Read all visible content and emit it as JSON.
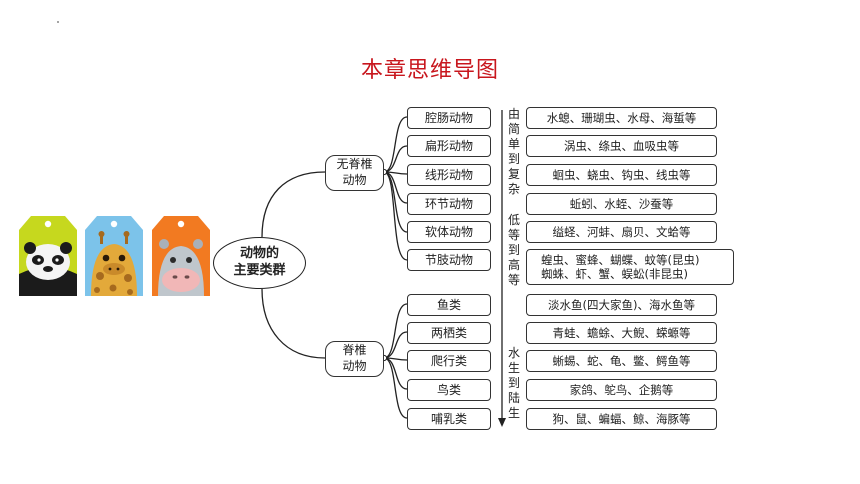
{
  "title": "本章思维导图",
  "root": {
    "line1": "动物的",
    "line2": "主要类群"
  },
  "invertebrates": {
    "line1": "无脊椎",
    "line2": "动物",
    "groups": [
      {
        "name": "腔肠动物",
        "examples": "水螅、珊瑚虫、水母、海蜇等"
      },
      {
        "name": "扁形动物",
        "examples": "涡虫、绦虫、血吸虫等"
      },
      {
        "name": "线形动物",
        "examples": "蛔虫、蛲虫、钩虫、线虫等"
      },
      {
        "name": "环节动物",
        "examples": "蚯蚓、水蛭、沙蚕等"
      },
      {
        "name": "软体动物",
        "examples": "缢蛏、河蚌、扇贝、文蛤等"
      },
      {
        "name": "节肢动物",
        "examples_line1": "蝗虫、蜜蜂、蝴蝶、蚊等(昆虫)",
        "examples_line2": "蜘蛛、虾、蟹、蜈蚣(非昆虫)"
      }
    ]
  },
  "vertebrates": {
    "line1": "脊椎",
    "line2": "动物",
    "groups": [
      {
        "name": "鱼类",
        "examples": "淡水鱼(四大家鱼)、海水鱼等"
      },
      {
        "name": "两栖类",
        "examples": "青蛙、蟾蜍、大鲵、蝾螈等"
      },
      {
        "name": "爬行类",
        "examples": "蜥蜴、蛇、龟、鳖、鳄鱼等"
      },
      {
        "name": "鸟类",
        "examples": "家鸽、鸵鸟、企鹅等"
      },
      {
        "name": "哺乳类",
        "examples": "狗、鼠、蝙蝠、鲸、海豚等"
      }
    ]
  },
  "trends": {
    "simple_to_complex": [
      "由",
      "简",
      "单",
      "到",
      "复",
      "杂"
    ],
    "low_to_high": [
      "低",
      "等",
      "到",
      "高",
      "等"
    ],
    "water_to_land": [
      "水",
      "生",
      "到",
      "陆",
      "生"
    ]
  },
  "tags": [
    {
      "icon": "panda-icon",
      "color": "#c6d81e"
    },
    {
      "icon": "giraffe-icon",
      "color": "#7cc3ea"
    },
    {
      "icon": "hippo-icon",
      "color": "#f27a21"
    }
  ]
}
